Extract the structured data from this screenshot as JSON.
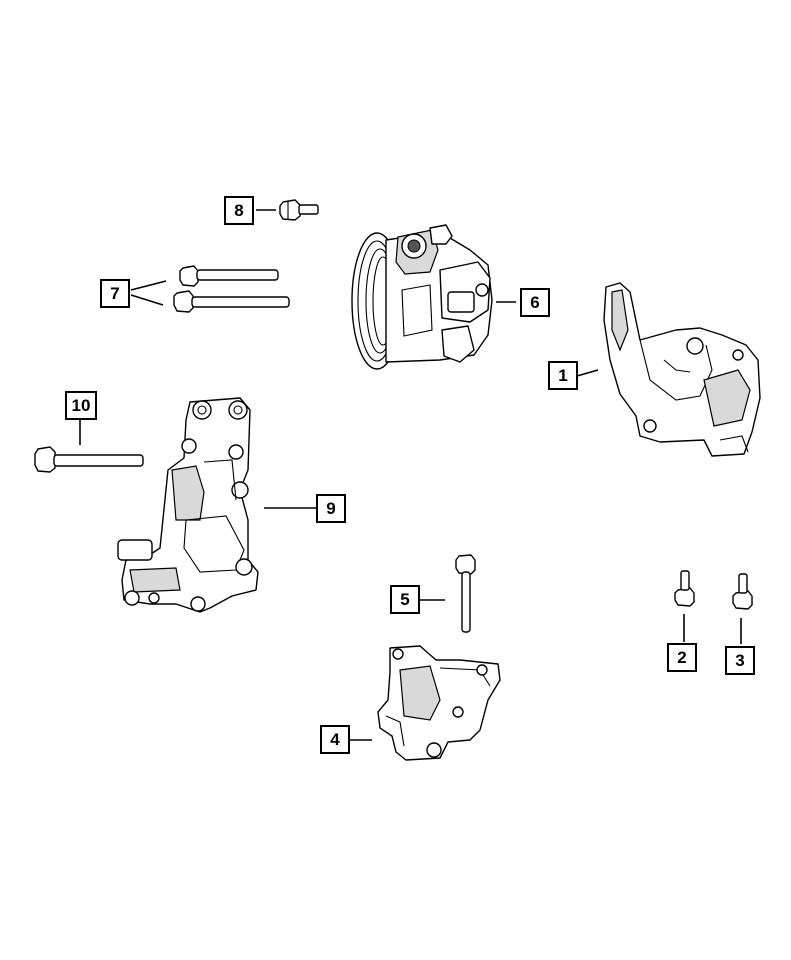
{
  "callouts": [
    {
      "id": "1",
      "label": "1"
    },
    {
      "id": "2",
      "label": "2"
    },
    {
      "id": "3",
      "label": "3"
    },
    {
      "id": "4",
      "label": "4"
    },
    {
      "id": "5",
      "label": "5"
    },
    {
      "id": "6",
      "label": "6"
    },
    {
      "id": "7",
      "label": "7"
    },
    {
      "id": "8",
      "label": "8"
    },
    {
      "id": "9",
      "label": "9"
    },
    {
      "id": "10",
      "label": "10"
    }
  ],
  "parts": [
    {
      "callout": "1",
      "name": "bracket-mount"
    },
    {
      "callout": "2",
      "name": "bolt"
    },
    {
      "callout": "3",
      "name": "bolt"
    },
    {
      "callout": "4",
      "name": "bracket-lower"
    },
    {
      "callout": "5",
      "name": "bolt-long"
    },
    {
      "callout": "6",
      "name": "power-steering-pump"
    },
    {
      "callout": "7",
      "name": "bolts"
    },
    {
      "callout": "8",
      "name": "bolt-short"
    },
    {
      "callout": "9",
      "name": "pump-bracket"
    },
    {
      "callout": "10",
      "name": "bolt-long"
    }
  ]
}
